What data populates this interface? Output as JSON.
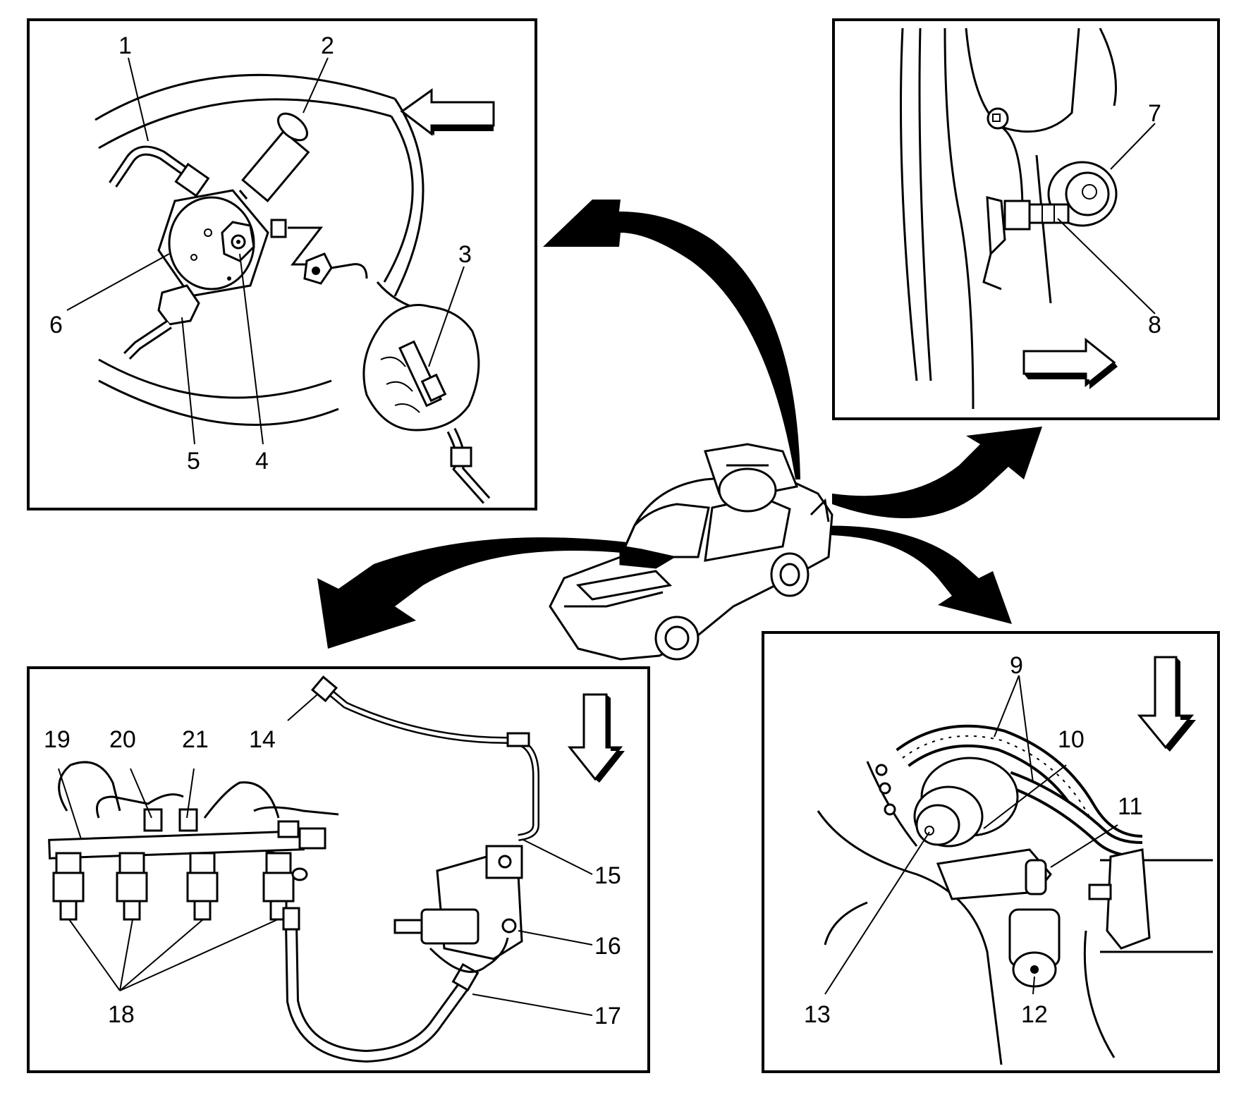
{
  "diagram": {
    "callouts": {
      "c1": "1",
      "c2": "2",
      "c3": "3",
      "c4": "4",
      "c5": "5",
      "c6": "6",
      "c7": "7",
      "c8": "8",
      "c9": "9",
      "c10": "10",
      "c11": "11",
      "c12": "12",
      "c13": "13",
      "c14": "14",
      "c15": "15",
      "c16": "16",
      "c17": "17",
      "c18": "18",
      "c19": "19",
      "c20": "20",
      "c21": "21"
    }
  },
  "colors": {
    "ink": "#000000",
    "paper": "#ffffff"
  }
}
